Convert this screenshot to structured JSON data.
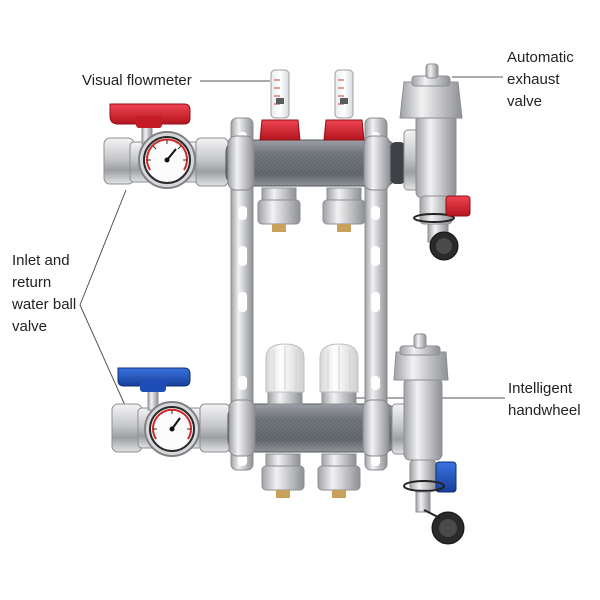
{
  "labels": {
    "flowmeter": [
      "Visual flowmeter"
    ],
    "exhaust": [
      "Automatic",
      "exhaust",
      "valve"
    ],
    "ball_valve": [
      "Inlet and",
      "return",
      "water ball",
      "valve"
    ],
    "handwheel": [
      "Intelligent",
      "handwheel"
    ]
  },
  "colors": {
    "red_handle": "#d8232f",
    "blue_handle": "#1e54c4",
    "chrome": "#c9cacd",
    "bar": "#6e7379",
    "brass": "#c9a15a"
  }
}
